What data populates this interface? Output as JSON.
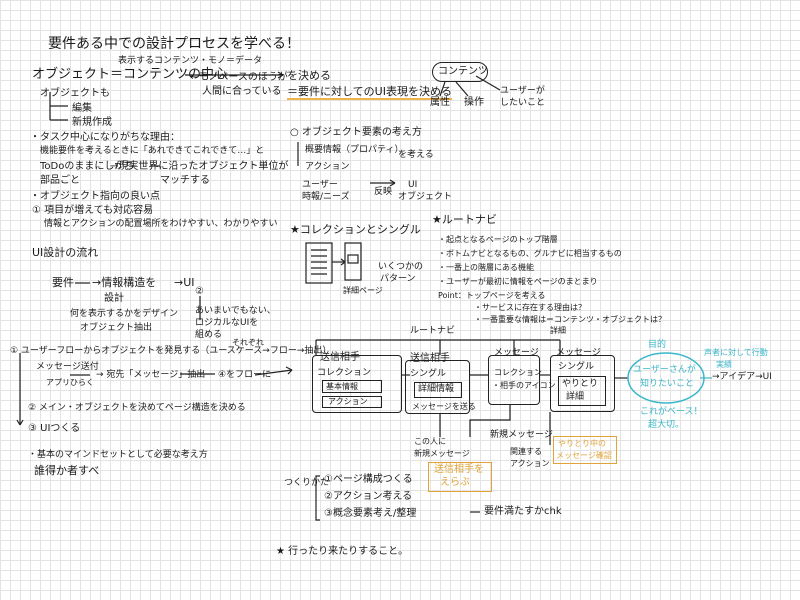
{
  "title": "要件ある中での設計プロセスを学べる！",
  "intro": {
    "display_data": "表示するコンテンツ・モノ＝データ",
    "object": "オブジェクト＝コンテンツの中心",
    "thing_based": "←モノベースのほうが",
    "suits_human": "人間に合っている",
    "decide": "を決める",
    "decide_ui": "＝要件に対してのUI表現を決める",
    "object_too": "オブジェクトも",
    "edit": "編集",
    "new_create": "新規作成"
  },
  "contents_diagram": {
    "label": "コンテンツ",
    "attr": "属性",
    "operation": "操作",
    "want1": "ユーザーが",
    "want2": "したいこと"
  },
  "task_section": {
    "head": "・タスク中心になりがちな理由：",
    "reason": "機能要件を考えるときに「あれできてこれできて…」と",
    "todo": "ToDoのままにしがち",
    "parts": "部品ごと",
    "real1": "→現実世界に沿ったオブジェクト単位が",
    "real2": "マッチする"
  },
  "oo_section": {
    "head": "・オブジェクト指向の良い点",
    "p1": "① 項目が増えても対応容易",
    "p2": "情報とアクションの配置場所をわけやすい、わかりやすい"
  },
  "ui_flow": {
    "head": "UI設計の流れ",
    "req": "要件",
    "arch": "→情報構造を",
    "ui": "→UI",
    "design": "設計",
    "what1": "何を表示するかをデザイン",
    "what2": "オブジェクト抽出",
    "c2": "②",
    "a1": "あいまいでもない、",
    "a2": "ロジカルなUIを",
    "a3": "組める"
  },
  "steps": {
    "s1": "① ユーザーフローからオブジェクトを発見する（ユースケース→フロー→抽出）",
    "s1_msg": "メッセージ送付",
    "s1_app": "アプリひらく",
    "s1_partner": "→ 宛先「メッセージ」抽出",
    "s1_flow": "④をフローに",
    "s1_small": "それぞれ",
    "s2": "② メイン・オブジェクトを決めてページ構造を決める",
    "s3": "③ UIつくる",
    "mind1": "・基本のマインドセットとして必要な考え方",
    "mind2": "誰得か者すべ"
  },
  "element_section": {
    "head": "○ オブジェクト要素の考え方",
    "prop": "概要情報（プロパティ）",
    "action": "アクション",
    "consider": "を考える",
    "user": "ユーザー",
    "needs": "時報/ニーズ",
    "reflect": "反映",
    "ui": "UI",
    "object": "オブジェクト"
  },
  "collection": {
    "head": "★コレクションとシングル",
    "pattern1": "いくつかの",
    "pattern2": "パターン",
    "detail": "詳細ページ"
  },
  "root_nav": {
    "head": "★ルートナビ",
    "items": [
      "・起点となるページのトップ階層",
      "・ボトムナビとなるもの、グルナビに相当するもの",
      "・一番上の階層にある機能",
      "・ユーザーが最初に情報をページのまとまり"
    ],
    "point": "Point：トップページを考える",
    "q1": "・サービスに存在する理由は？",
    "q2": "・一番重要な情報は＝コンテンツ・オブジェクトは？"
  },
  "diagram": {
    "root_nav": "ルートナビ",
    "detail_top": "詳細",
    "box1_title": "送信相手",
    "box1_collection": "コレクション",
    "box1_detail": "基本情報",
    "box1_action": "アクション",
    "box2_title": "送信相手",
    "box2_single": "シングル",
    "box2_detail": "詳細情報",
    "box2_msg": "メッセージを送る",
    "box3_title": "メッセージ",
    "box3_collection": "コレクション",
    "box3_partner": "・相手のアイコン",
    "box4_title": "メッセージ",
    "box4_single": "シングル",
    "box4_inner1": "やりとり",
    "box4_inner2": "詳細",
    "new_to1": "この人に",
    "new_to2": "新規メッセージ",
    "new_msg": "新規メッセージ",
    "related1": "関連する",
    "related2": "アクション",
    "orange1_a": "送信相手を",
    "orange1_b": "えらぶ",
    "orange2_a": "やりとり中の",
    "orange2_b": "メッセージ確認"
  },
  "goal": {
    "label": "目的",
    "circle1": "ユーザーさんが",
    "circle2": "知りたいこと",
    "voice1": "声者に対して行動",
    "voice2": "実績",
    "idea": "→アイデア→UI",
    "base1": "これがベース！",
    "base2": "超大切。"
  },
  "how": {
    "head": "つくりかた",
    "s1": "①ページ構成つくる",
    "s2": "②アクション考える",
    "s3": "③概念要素考え/整理",
    "check": "要件満たすかchk"
  },
  "footer": "★ 行ったり来たりすること。",
  "colors": {
    "accent_orange": "#e0a43a",
    "accent_teal": "#3bb7c9",
    "ink": "#1b1b1b",
    "grid": "#e3e3e3"
  }
}
